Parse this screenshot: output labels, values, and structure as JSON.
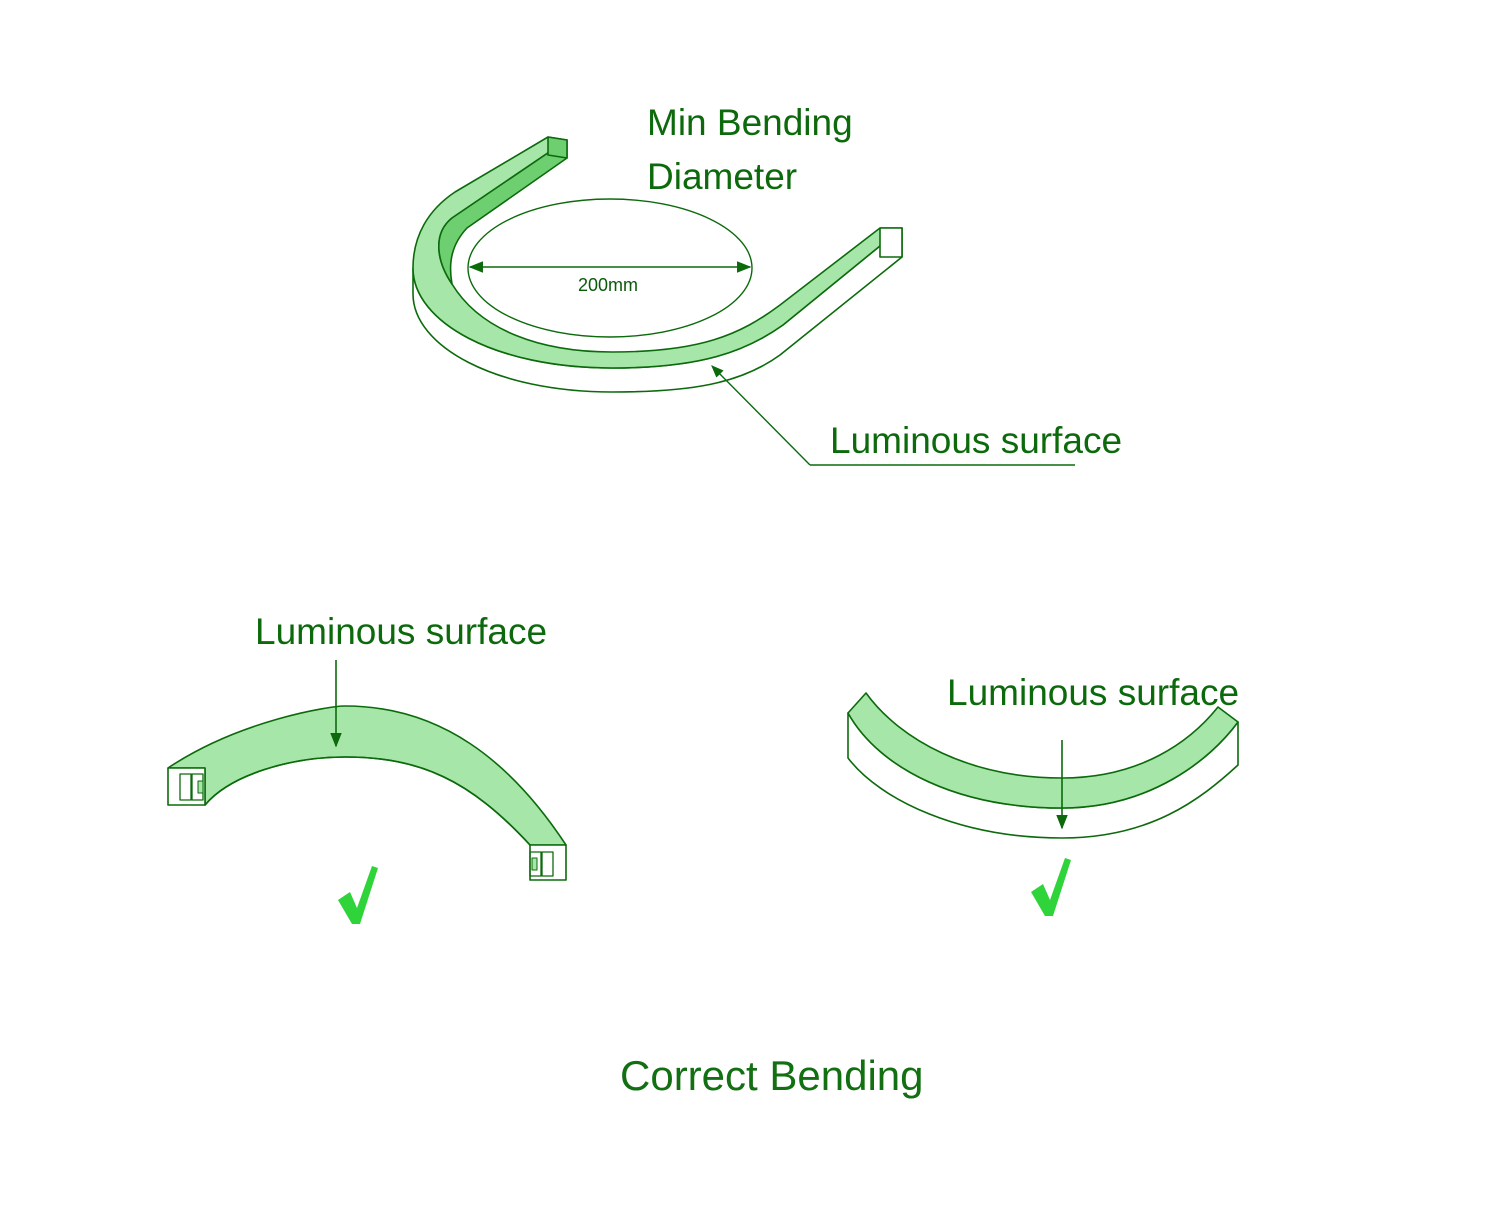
{
  "colors": {
    "stroke": "#0c6a0c",
    "fill_light": "#a6e6a8",
    "fill_dark": "#6dcf70",
    "check": "#2fd33a",
    "text": "#0c6a0c"
  },
  "top_diagram": {
    "title_line1": "Min Bending",
    "title_line2": "Diameter",
    "dimension_label": "200mm",
    "callout_label": "Luminous surface"
  },
  "left_diagram": {
    "callout_label": "Luminous surface",
    "status_icon": "check-mark-icon"
  },
  "right_diagram": {
    "callout_label": "Luminous surface",
    "status_icon": "check-mark-icon"
  },
  "caption": "Correct Bending"
}
